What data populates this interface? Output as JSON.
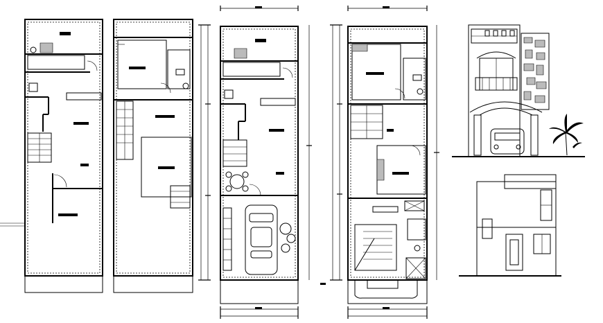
{
  "drawing": {
    "background": "#ffffff",
    "line_color": "#000000",
    "views": [
      {
        "id": "ground-floor-plan",
        "kind": "plan"
      },
      {
        "id": "upper-floor-plan",
        "kind": "plan"
      },
      {
        "id": "ground-floor-furnished-plan",
        "kind": "plan"
      },
      {
        "id": "upper-floor-furnished-plan",
        "kind": "plan"
      },
      {
        "id": "front-elevation",
        "kind": "elevation"
      },
      {
        "id": "rear-elevation",
        "kind": "elevation"
      }
    ]
  }
}
